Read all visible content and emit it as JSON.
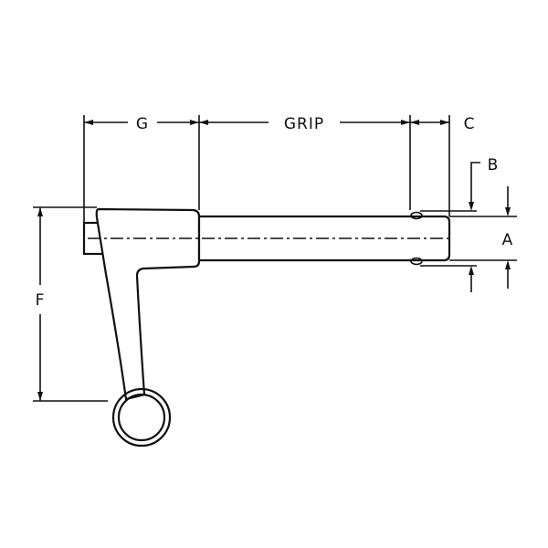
{
  "labels": {
    "g": "G",
    "grip": "GRIP",
    "c": "C",
    "b": "B",
    "a": "A",
    "f": "F"
  }
}
